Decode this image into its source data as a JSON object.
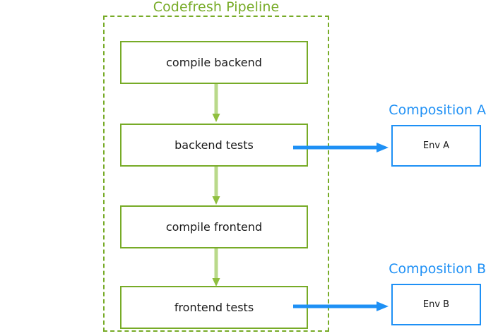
{
  "diagram": {
    "title": "Codefresh Pipeline",
    "colors": {
      "pipeline_green": "#77ab27",
      "connector_green": "#b9d98a",
      "composition_blue": "#1e90f5",
      "text_dark": "#1a1a1a",
      "background": "#ffffff"
    },
    "pipeline": {
      "label": "Codefresh Pipeline",
      "border_style": "dashed",
      "stages": [
        {
          "id": "compile-backend",
          "label": "compile backend"
        },
        {
          "id": "backend-tests",
          "label": "backend tests"
        },
        {
          "id": "compile-frontend",
          "label": "compile frontend"
        },
        {
          "id": "frontend-tests",
          "label": "frontend tests"
        }
      ],
      "connectors": [
        {
          "from": "compile backend",
          "to": "backend tests",
          "direction": "down"
        },
        {
          "from": "backend tests",
          "to": "compile frontend",
          "direction": "down"
        },
        {
          "from": "compile frontend",
          "to": "frontend tests",
          "direction": "down"
        }
      ]
    },
    "compositions": [
      {
        "id": "composition-a",
        "title": "Composition A",
        "env_label": "Env A",
        "source_stage": "backend tests"
      },
      {
        "id": "composition-b",
        "title": "Composition B",
        "env_label": "Env B",
        "source_stage": "frontend tests"
      }
    ],
    "flows": [
      {
        "id": "flow-a",
        "from": "backend tests",
        "to": "Env A",
        "direction": "right"
      },
      {
        "id": "flow-b",
        "from": "frontend tests",
        "to": "Env B",
        "direction": "right"
      }
    ]
  }
}
